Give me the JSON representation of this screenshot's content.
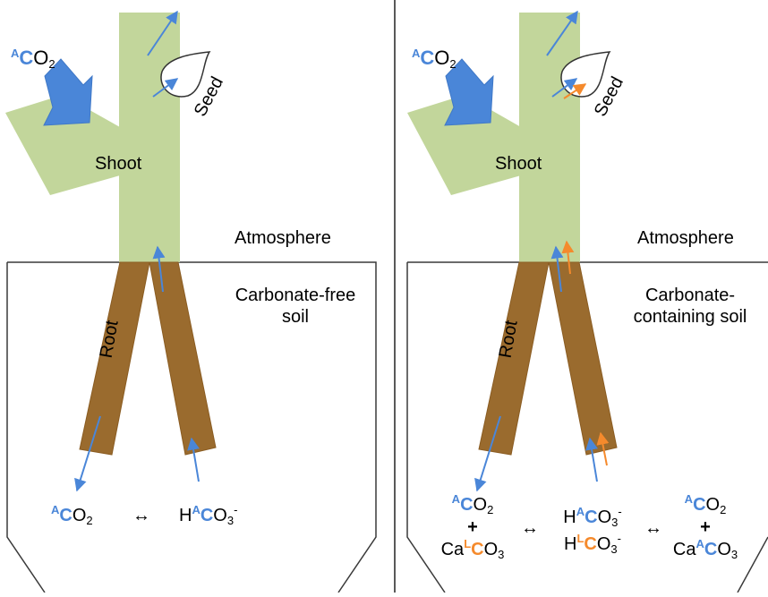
{
  "colors": {
    "stem_green": "#c2d69b",
    "root_brown": "#9a6b2e",
    "arrow_blue": "#4a86d8",
    "arrow_orange": "#f58a2c",
    "outline": "#3a3a3a"
  },
  "left_panel": {
    "co2_label": {
      "sup": "A",
      "c": "C",
      "o": "O",
      "sub": "2"
    },
    "shoot": "Shoot",
    "seed": "Seed",
    "atmosphere": "Atmosphere",
    "soil_line1": "Carbonate-free",
    "soil_line2": "soil",
    "root": "Root",
    "eq_left": {
      "sup": "A",
      "c": "C",
      "o": "O",
      "sub": "2"
    },
    "eq_arrow": "↔",
    "eq_right": {
      "h": "H",
      "sup": "A",
      "c": "C",
      "o": "O",
      "sub": "3",
      "charge": "-"
    }
  },
  "right_panel": {
    "co2_label": {
      "sup": "A",
      "c": "C",
      "o": "O",
      "sub": "2"
    },
    "shoot": "Shoot",
    "seed": "Seed",
    "atmosphere": "Atmosphere",
    "soil_line1": "Carbonate-",
    "soil_line2": "containing soil",
    "root": "Root",
    "eq1_top": {
      "sup": "A",
      "c": "C",
      "o": "O",
      "sub": "2"
    },
    "eq1_plus": "+",
    "eq1_bottom": {
      "ca": "Ca",
      "sup": "L",
      "c": "C",
      "o": "O",
      "sub": "3"
    },
    "arrow1": "↔",
    "eq2_top": {
      "h": "H",
      "sup": "A",
      "c": "C",
      "o": "O",
      "sub": "3",
      "charge": "-"
    },
    "eq2_bottom": {
      "h": "H",
      "sup": "L",
      "c": "C",
      "o": "O",
      "sub": "3",
      "charge": "-"
    },
    "arrow2": "↔",
    "eq3_top": {
      "sup": "A",
      "c": "C",
      "o": "O",
      "sub": "2"
    },
    "eq3_plus": "+",
    "eq3_bottom": {
      "ca": "Ca",
      "sup": "A",
      "c": "C",
      "o": "O",
      "sub": "3"
    }
  }
}
